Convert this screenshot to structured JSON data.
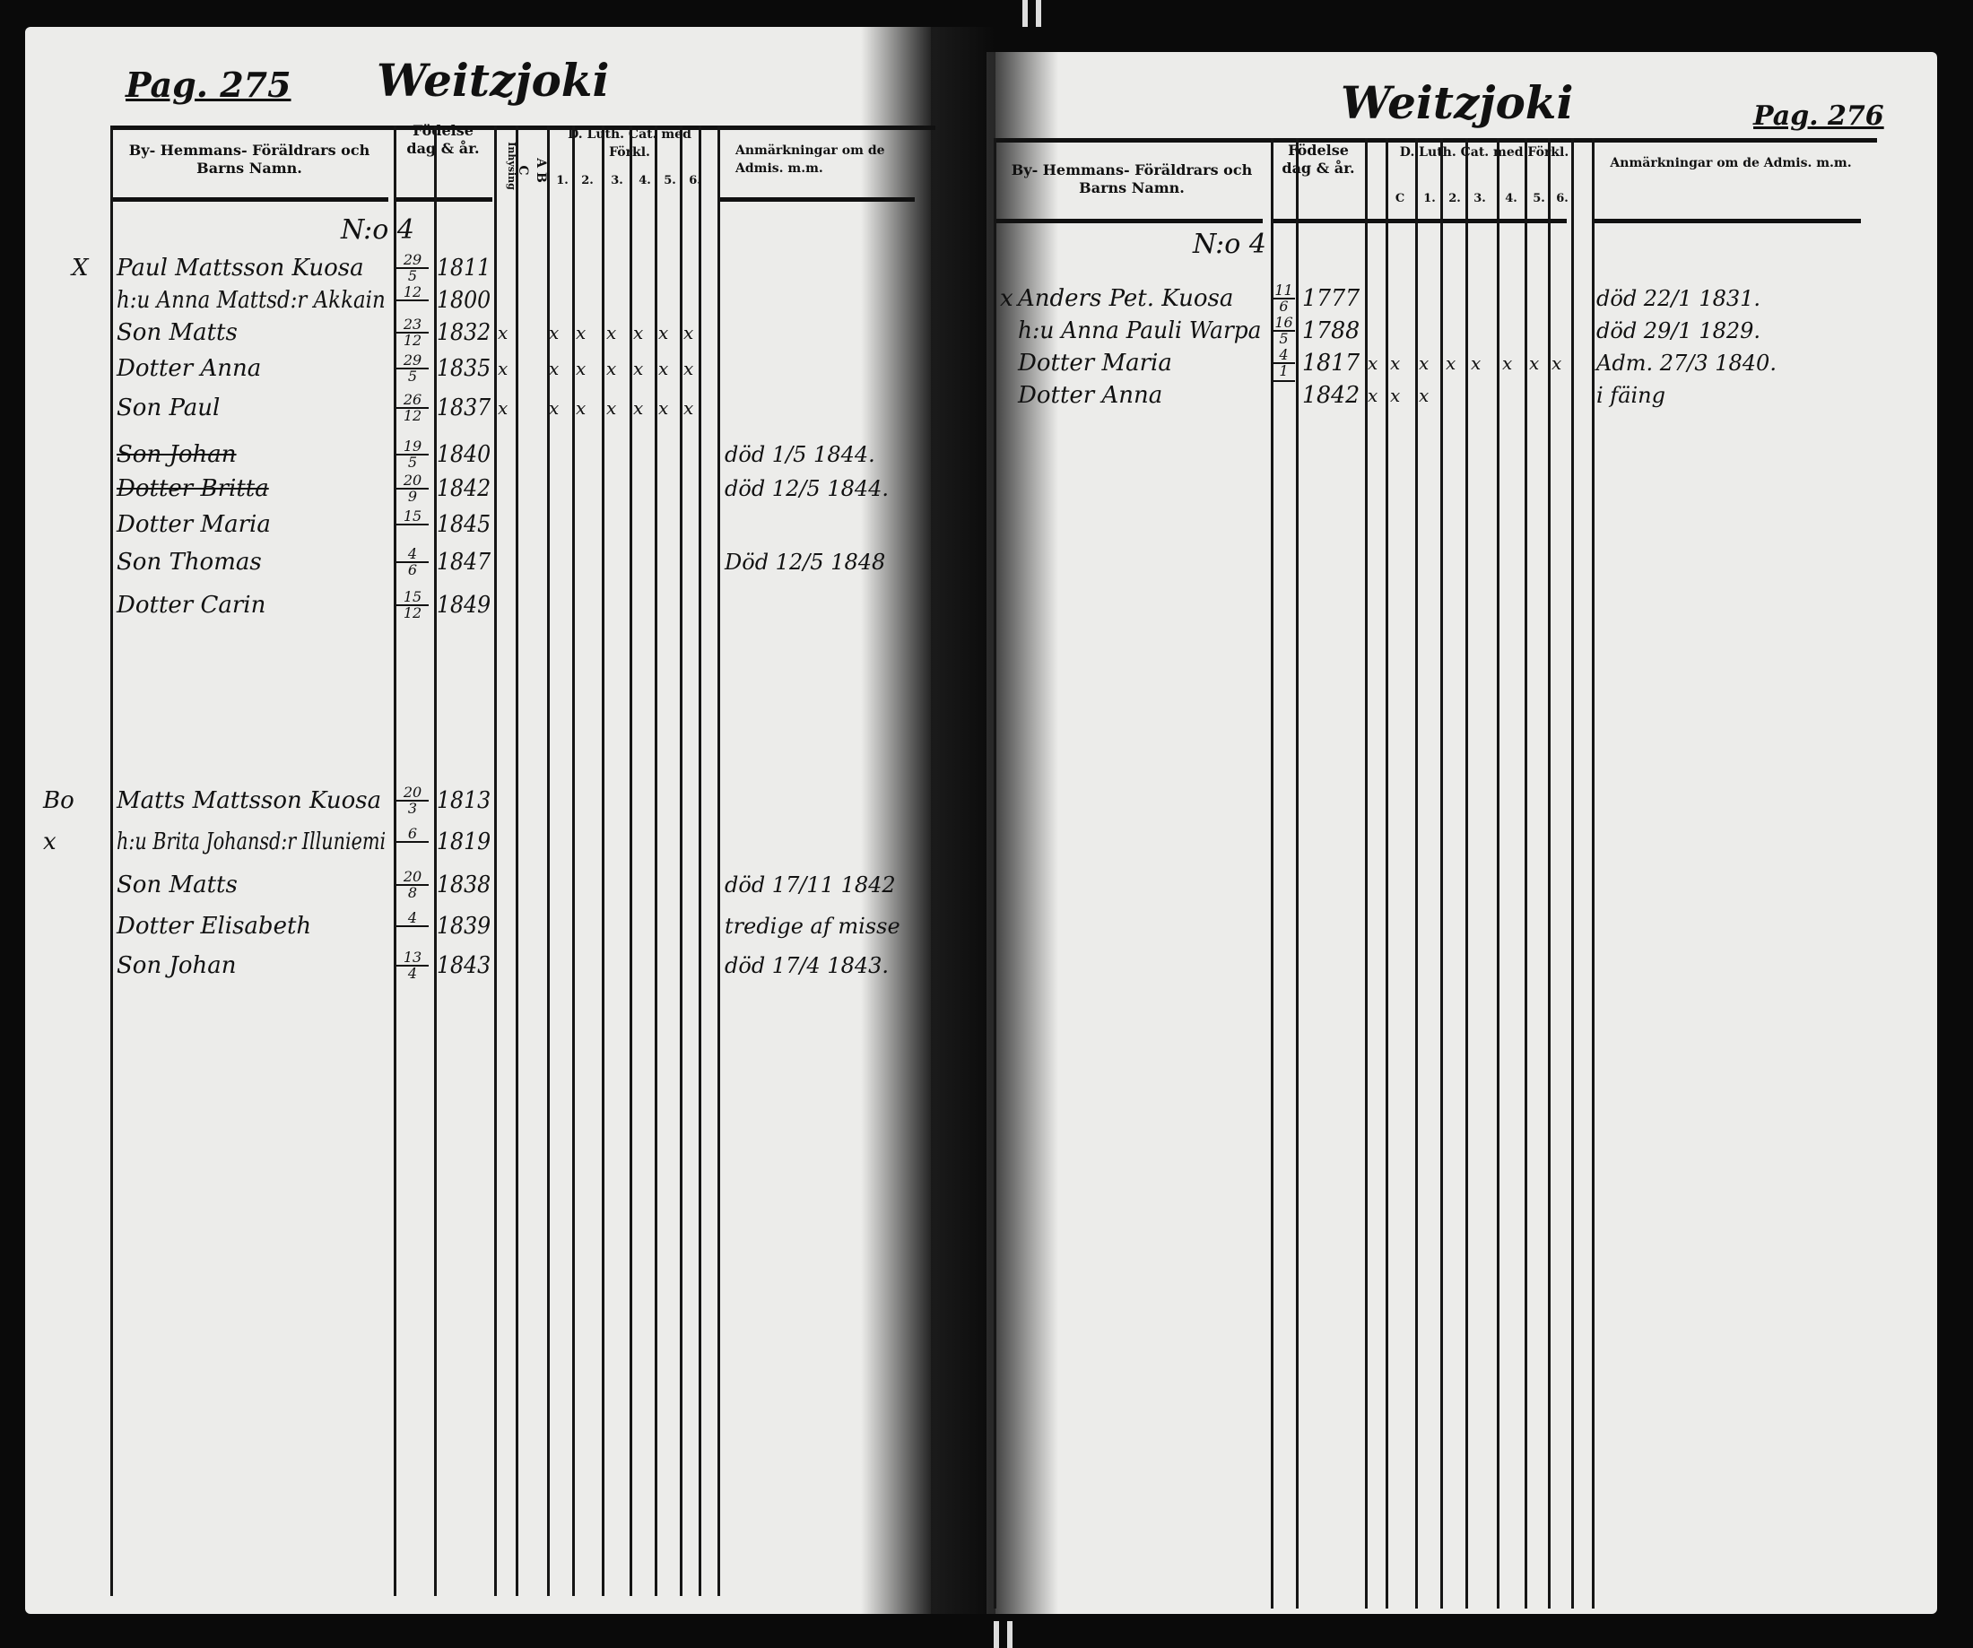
{
  "left_page": {
    "page_number": "Pag. 275",
    "village_title": "Weitzjoki",
    "headers": {
      "name": "By- Hemmans- Föräldrars och Barns Namn.",
      "birth": "Födelse dag & år.",
      "col_a": "Inhysing",
      "abc": "A B C",
      "catechism": "D. Luth. Cat. med Förkl.",
      "cat_cols": [
        "1.",
        "2.",
        "3.",
        "4.",
        "5.",
        "6."
      ],
      "remarks": "Anmärkningar om de Admis. m.m."
    },
    "household_no": "N:o 4",
    "entries": [
      {
        "mark": "X",
        "name": "Paul Mattsson Kuosa",
        "day": "29",
        "month": "5",
        "year": "1811",
        "remark": ""
      },
      {
        "mark": "",
        "name": "h:u Anna Mattsd:r Akkain",
        "day": "12",
        "month": "",
        "year": "1800",
        "remark": ""
      },
      {
        "mark": "",
        "name": "Son Matts",
        "day": "23",
        "month": "12",
        "year": "1832",
        "remark": ""
      },
      {
        "mark": "",
        "name": "Dotter Anna",
        "day": "29",
        "month": "5",
        "year": "1835",
        "remark": ""
      },
      {
        "mark": "",
        "name": "Son Paul",
        "day": "26",
        "month": "12",
        "year": "1837",
        "remark": ""
      },
      {
        "mark": "",
        "name": "Son Johan",
        "day": "19",
        "month": "5",
        "year": "1840",
        "remark": "död 1/5 1844."
      },
      {
        "mark": "",
        "name": "Dotter Britta",
        "day": "20",
        "month": "9",
        "year": "1842",
        "remark": "död 12/5 1844."
      },
      {
        "mark": "",
        "name": "Dotter Maria",
        "day": "15",
        "month": "",
        "year": "1845",
        "remark": ""
      },
      {
        "mark": "",
        "name": "Son Thomas",
        "day": "4",
        "month": "6",
        "year": "1847",
        "remark": "Död 12/5 1848"
      },
      {
        "mark": "",
        "name": "Dotter Carin",
        "day": "15",
        "month": "12",
        "year": "1849",
        "remark": ""
      }
    ],
    "entries_b": [
      {
        "mark": "Bo",
        "name": "Matts Mattsson Kuosa",
        "day": "20",
        "month": "3",
        "year": "1813",
        "remark": ""
      },
      {
        "mark": "x",
        "name": "h:u Brita Johansd:r Illuniemi",
        "day": "6",
        "month": "",
        "year": "1819",
        "remark": ""
      },
      {
        "mark": "",
        "name": "Son Matts",
        "day": "20",
        "month": "8",
        "year": "1838",
        "remark": "död 17/11 1842"
      },
      {
        "mark": "",
        "name": "Dotter Elisabeth",
        "day": "4",
        "month": "",
        "year": "1839",
        "remark": "tredige af misse"
      },
      {
        "mark": "",
        "name": "Son Johan",
        "day": "13",
        "month": "4",
        "year": "1843",
        "remark": "död 17/4 1843."
      }
    ]
  },
  "right_page": {
    "page_number": "Pag. 276",
    "village_title": "Weitzjoki",
    "headers": {
      "name": "By- Hemmans- Föräldrars och Barns Namn.",
      "birth": "Födelse dag & år.",
      "catechism": "D. Luth. Cat. med Förkl.",
      "cat_cols": [
        "C",
        "1.",
        "2.",
        "3.",
        "4.",
        "5.",
        "6."
      ],
      "remarks": "Anmärkningar om de Admis. m.m."
    },
    "household_no": "N:o 4",
    "entries": [
      {
        "mark": "x",
        "name": "Anders Pet. Kuosa",
        "day": "11",
        "month": "6",
        "year": "1777",
        "remark": "död 22/1 1831."
      },
      {
        "mark": "",
        "name": "h:u Anna Pauli Warpa",
        "day": "16",
        "month": "5",
        "year": "1788",
        "remark": "död 29/1 1829."
      },
      {
        "mark": "",
        "name": "Dotter Maria",
        "day": "4",
        "month": "1",
        "year": "1817",
        "remark": "Adm. 27/3 1840."
      },
      {
        "mark": "",
        "name": "Dotter Anna",
        "day": "",
        "month": "",
        "year": "1842",
        "remark": "i fäing"
      }
    ]
  }
}
